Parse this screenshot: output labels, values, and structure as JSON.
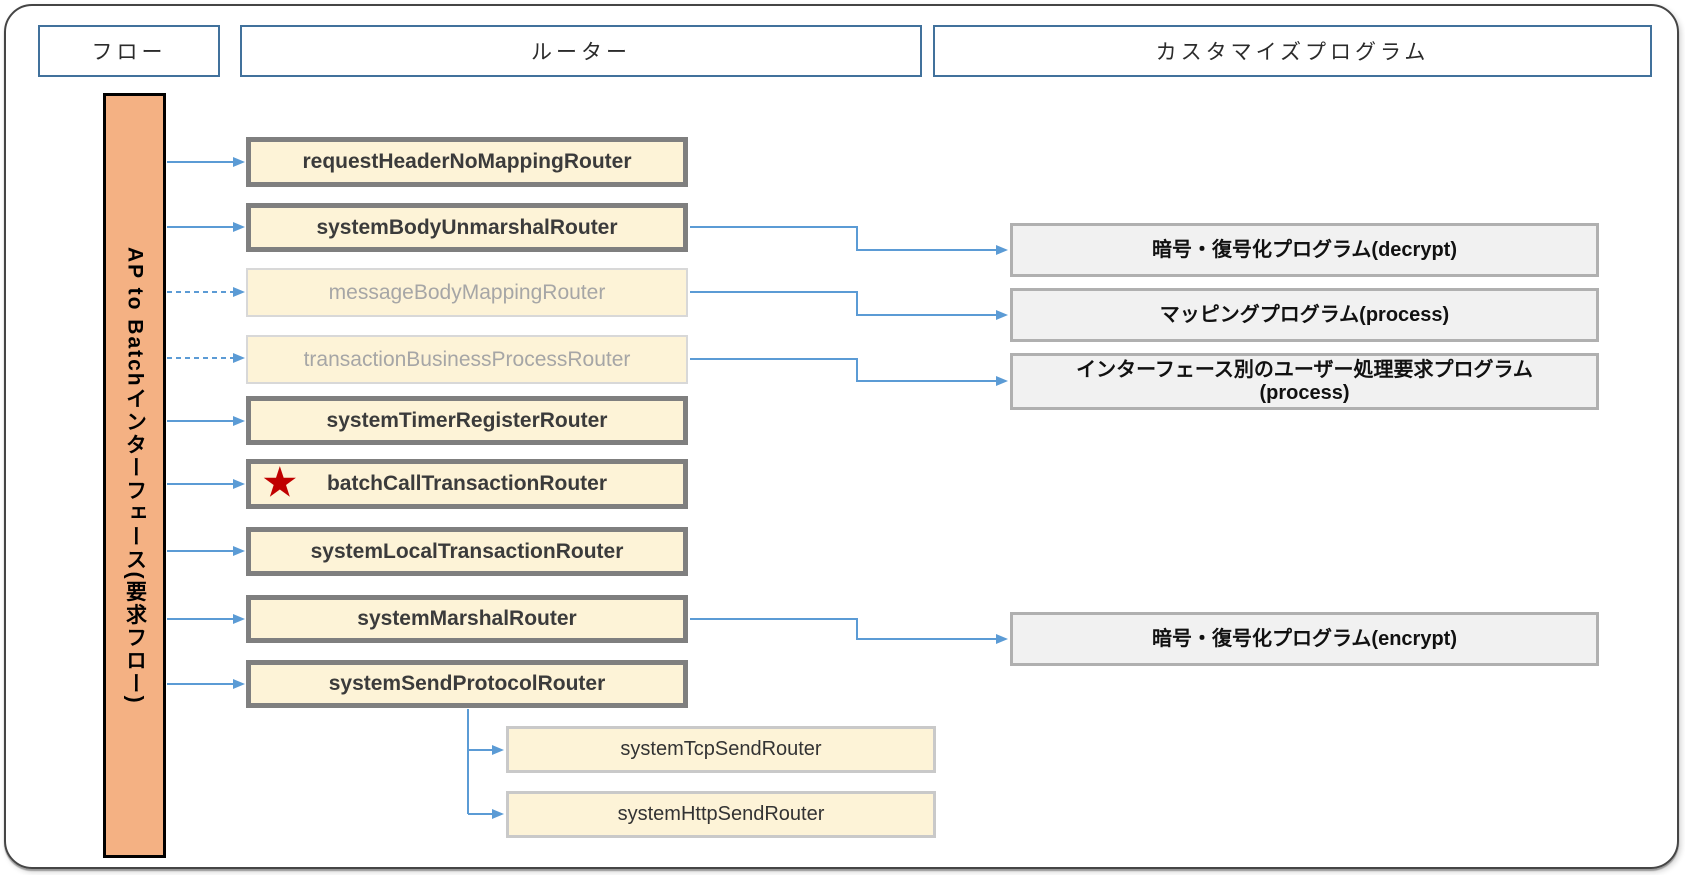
{
  "headers": [
    {
      "label": "フロー"
    },
    {
      "label": "ルーター"
    },
    {
      "label": "カスタマイズプログラム"
    }
  ],
  "flow_bar": {
    "label": "AP to Batchインターフェース(要求フロー)"
  },
  "routers": [
    {
      "label": "requestHeaderNoMappingRouter",
      "style": "bold",
      "starred": false
    },
    {
      "label": "systemBodyUnmarshalRouter",
      "style": "bold",
      "starred": false
    },
    {
      "label": "messageBodyMappingRouter",
      "style": "dimmed",
      "starred": false
    },
    {
      "label": "transactionBusinessProcessRouter",
      "style": "dimmed",
      "starred": false
    },
    {
      "label": "systemTimerRegisterRouter",
      "style": "bold",
      "starred": false
    },
    {
      "label": "batchCallTransactionRouter",
      "style": "bold",
      "starred": true
    },
    {
      "label": "systemLocalTransactionRouter",
      "style": "bold",
      "starred": false
    },
    {
      "label": "systemMarshalRouter",
      "style": "bold",
      "starred": false
    },
    {
      "label": "systemSendProtocolRouter",
      "style": "bold",
      "starred": false
    }
  ],
  "sub_routers": [
    {
      "label": "systemTcpSendRouter"
    },
    {
      "label": "systemHttpSendRouter"
    }
  ],
  "programs": [
    {
      "label": "暗号・復号化プログラム(decrypt)"
    },
    {
      "label": "マッピングプログラム(process)"
    },
    {
      "label": "インターフェース別のユーザー処理要求プログラム",
      "label2": "(process)"
    },
    {
      "label": "暗号・復号化プログラム(encrypt)"
    }
  ],
  "icons": {
    "star": "★"
  },
  "colors": {
    "arrow_blue": "#5B9BD5",
    "header_border_blue": "#41719C",
    "flow_bar_orange": "#F4B183",
    "router_fill_cream": "#FDF3D7",
    "router_border_gray": "#7F7F7F",
    "dimmed_border_gray": "#D8D8D8",
    "dimmed_text_gray": "#A6A6A6",
    "program_fill_gray": "#F1F1F1",
    "program_border_gray": "#B0B0B0",
    "star_red": "#C00000"
  }
}
